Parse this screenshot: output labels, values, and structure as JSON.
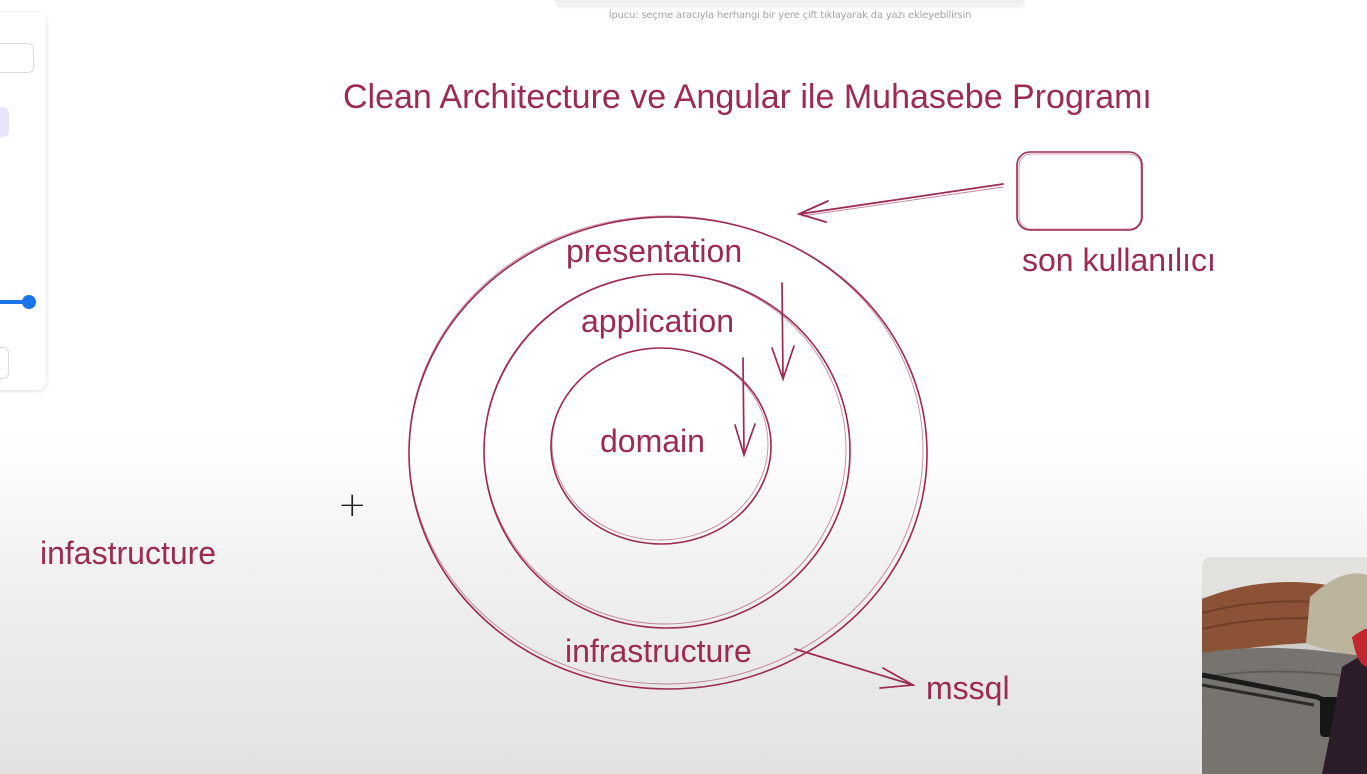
{
  "toolbar": {
    "hint": "İpucu: seçme aracıyla herhangi bir yere çift tıklayarak da yazı ekleyebilirsin"
  },
  "canvas": {
    "title": "Clean Architecture ve Angular ile Muhasebe Programı",
    "layers": {
      "presentation": "presentation",
      "application": "application",
      "domain": "domain",
      "infrastructure": "infrastructure"
    },
    "end_user_label": "son kullanılıcı",
    "db_label": "mssql",
    "side_note": "infastructure",
    "plus_symbol": "+",
    "ink_color": "#9d2a51"
  },
  "icons": {
    "cursor": "crosshair-cursor-icon"
  },
  "side_panel": {
    "accent_color": "#1a73e8"
  }
}
